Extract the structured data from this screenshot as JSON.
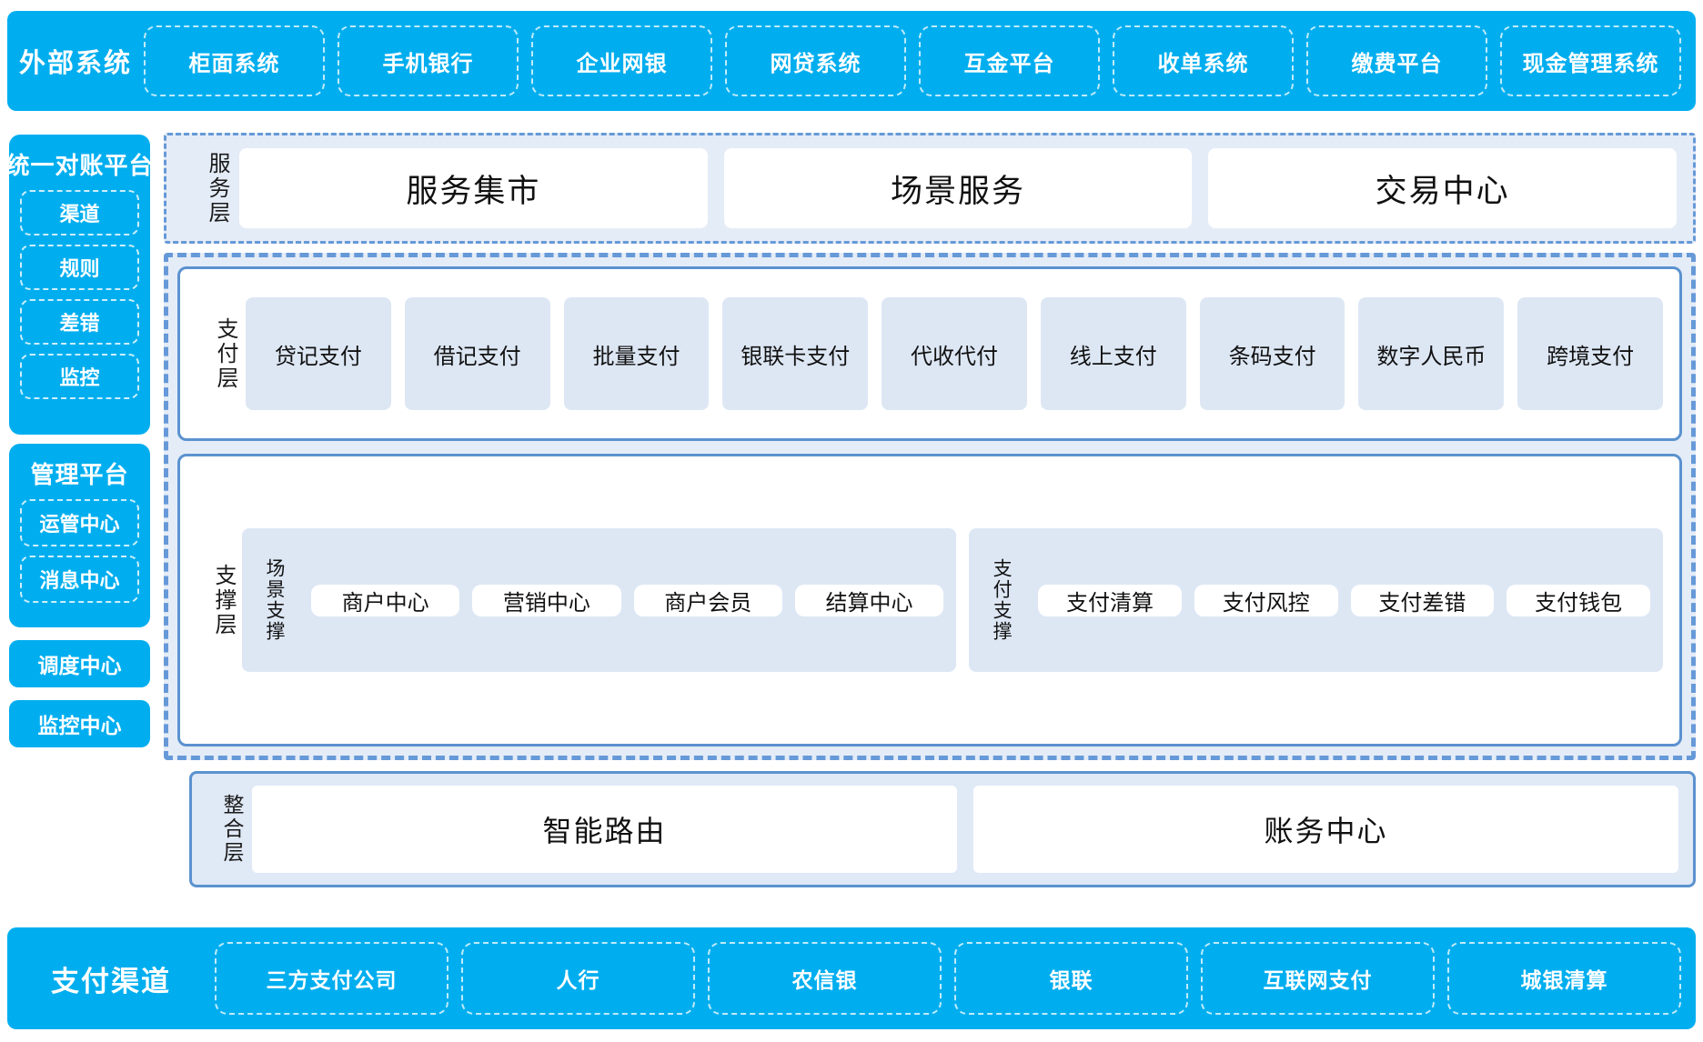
{
  "external_systems": {
    "title": "外部系统",
    "items": [
      "柜面系统",
      "手机银行",
      "企业网银",
      "网贷系统",
      "互金平台",
      "收单系统",
      "缴费平台",
      "现金管理系统"
    ]
  },
  "sidebar": {
    "reconciliation": {
      "title": "统一对账平台",
      "items": [
        "渠道",
        "规则",
        "差错",
        "监控"
      ]
    },
    "management": {
      "title": "管理平台",
      "items": [
        "运管中心",
        "消息中心"
      ]
    },
    "standalone": [
      {
        "label": "调度中心"
      },
      {
        "label": "监控中心"
      }
    ]
  },
  "service_layer": {
    "label": "服务层",
    "items": [
      "服务集市",
      "场景服务",
      "交易中心"
    ]
  },
  "payment_layer": {
    "label": "支付层",
    "items": [
      "贷记支付",
      "借记支付",
      "批量支付",
      "银联卡支付",
      "代收代付",
      "线上支付",
      "条码支付",
      "数字人民币",
      "跨境支付"
    ]
  },
  "support_layer": {
    "label": "支撑层",
    "groups": [
      {
        "label": "场景支撑",
        "items": [
          "商户中心",
          "营销中心",
          "商户会员",
          "结算中心"
        ]
      },
      {
        "label": "支付支撑",
        "items": [
          "支付清算",
          "支付风控",
          "支付差错",
          "支付钱包"
        ]
      }
    ]
  },
  "integration_layer": {
    "label": "整合层",
    "items": [
      "智能路由",
      "账务中心"
    ]
  },
  "payment_channels": {
    "title": "支付渠道",
    "items": [
      "三方支付公司",
      "人行",
      "农信银",
      "银联",
      "互联网支付",
      "城银清算"
    ]
  },
  "colors": {
    "brand_blue": "#00AEEF",
    "panel_fill": "#e4ecf7",
    "panel_border": "#6699d8",
    "inner_border": "#5b92cf",
    "box_fill": "#dde7f4",
    "text": "#111111"
  }
}
